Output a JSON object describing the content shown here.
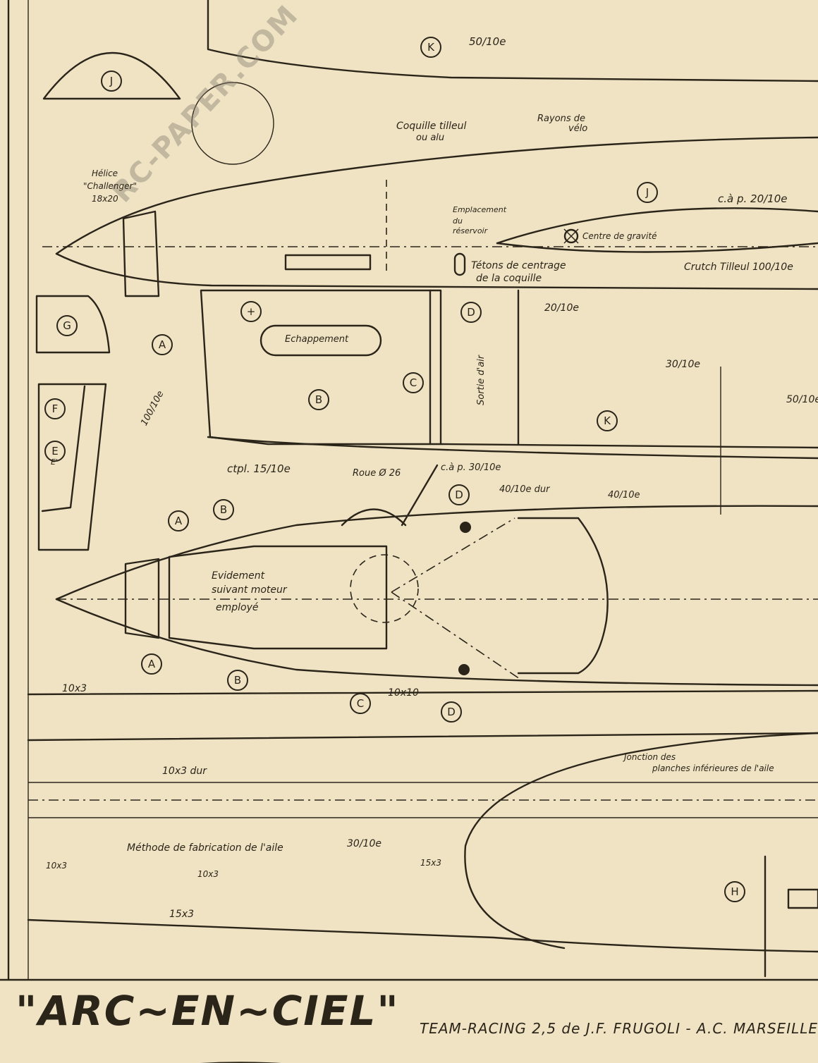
{
  "title": {
    "main": "\"ARC~EN~CIEL\"",
    "subtitle": "TEAM-RACING 2,5 de J.F. FRUGOLI - A.C. MARSEILLE"
  },
  "watermark": "RC-PAPER.COM",
  "markers": {
    "A": "A",
    "B": "B",
    "C": "C",
    "D": "D",
    "E": "E",
    "F": "F",
    "G": "G",
    "H": "H",
    "J": "J",
    "K": "K",
    "plus": "+"
  },
  "labels": {
    "k_thickness": "50/10e",
    "coquille": "Coquille tilleul",
    "coquille2": "ou alu",
    "rayons": "Rayons de",
    "rayons2": "vélo",
    "helice": "Hélice",
    "helice2": "\"Challenger\"",
    "helice3": "18x20",
    "cap20": "c.à p. 20/10e",
    "emplacement": "Emplacement",
    "emplacement2": "du",
    "emplacement3": "réservoir",
    "cg": "Centre de gravité",
    "tetons": "Tétons de centrage",
    "tetons2": "de la coquille",
    "crutch": "Crutch Tilleul 100/10e",
    "d20": "20/10e",
    "echappement": "Echappement",
    "sortie": "Sortie d'air",
    "t30": "30/10e",
    "t50": "50/10e",
    "t100": "100/10e",
    "ctpl": "ctpl. 15/10e",
    "roue": "Roue Ø 26",
    "cap30": "c.à p. 30/10e",
    "dur40": "40/10e dur",
    "t40": "40/10e",
    "evidement": "Evidement",
    "evidement2": "suivant moteur",
    "evidement3": "employé",
    "c10": "10x10",
    "s10x3": "10x3",
    "s10x3dur": "10x3 dur",
    "jonction": "Jonction des",
    "jonction2": "planches inférieures de l'aile",
    "methode": "Méthode de fabrication de l'aile",
    "m30": "30/10e",
    "m10a": "10x3",
    "m10b": "10x3",
    "m15a": "15x3",
    "m15b": "15x3",
    "ee": "E'"
  },
  "colors": {
    "paper": "#efe3c4",
    "ink": "#2b2419"
  }
}
